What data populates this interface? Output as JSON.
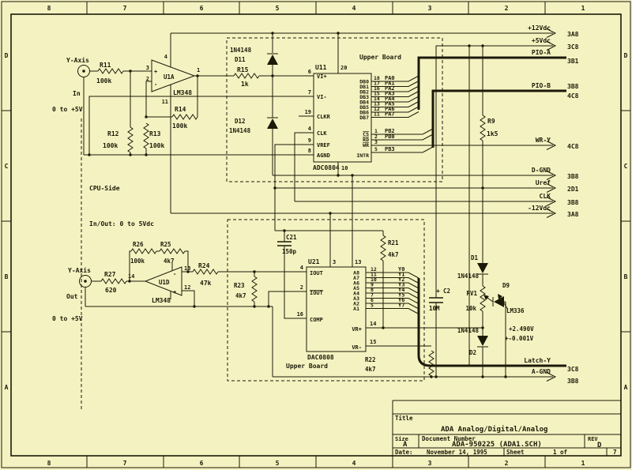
{
  "border": {
    "columns": [
      "8",
      "7",
      "6",
      "5",
      "4",
      "3",
      "2",
      "1"
    ],
    "rows": [
      "D",
      "C",
      "B",
      "A"
    ]
  },
  "title_block": {
    "title_label": "Title",
    "title": "ADA Analog/Digital/Analog",
    "size_label": "Size",
    "size": "A",
    "doc_label": "Document Number",
    "doc_number": "ADA-950225  (ADA1.SCH)",
    "rev_label": "REV",
    "rev": "D",
    "date_label": "Date:",
    "date": "November 14, 1995",
    "sheet_label": "Sheet",
    "sheet": "1  of",
    "sheet_total": "7"
  },
  "notes": {
    "cpu_side": "CPU-Side",
    "io_range": "In/Out: 0 to 5Vdc",
    "upper_board": "Upper Board",
    "in_range": "0 to +5V",
    "out_range": "0 to +5V",
    "ref_accuracy_1": "+2.490V",
    "ref_accuracy_2": "+-0.001V"
  },
  "connectors": {
    "in": {
      "name": "Y-Axis",
      "dir": "In"
    },
    "out": {
      "name": "Y-Axis",
      "dir": "Out"
    }
  },
  "resistors": {
    "r9": {
      "ref": "R9",
      "val": "1k5"
    },
    "r11": {
      "ref": "R11",
      "val": "100k"
    },
    "r12": {
      "ref": "R12",
      "val": "100k"
    },
    "r13": {
      "ref": "R13",
      "val": "100k"
    },
    "r14": {
      "ref": "R14",
      "val": "100k"
    },
    "r15": {
      "ref": "R15",
      "val": "1k"
    },
    "r21": {
      "ref": "R21",
      "val": "4k7"
    },
    "r22": {
      "ref": "R22",
      "val": "4k7"
    },
    "r23": {
      "ref": "R23",
      "val": "4k7"
    },
    "r24": {
      "ref": "R24",
      "val": "47k"
    },
    "r25": {
      "ref": "R25",
      "val": "4k7"
    },
    "r26": {
      "ref": "R26",
      "val": "100k"
    },
    "r27": {
      "ref": "R27",
      "val": "620"
    },
    "rv1": {
      "ref": "RV1",
      "val": "10k"
    }
  },
  "capacitors": {
    "c2": {
      "ref": "C2",
      "val": "10M",
      "polarity": "+"
    },
    "c21": {
      "ref": "C21",
      "val": "150p"
    }
  },
  "diodes": {
    "d1": {
      "ref": "D1",
      "part": "1N4148"
    },
    "d2": {
      "ref": "D2",
      "part": "1N4148"
    },
    "d9": {
      "ref": "D9",
      "part": "LM336"
    },
    "d11": {
      "ref": "D11",
      "part": "1N4148"
    },
    "d12": {
      "ref": "D12",
      "part": "1N4148"
    }
  },
  "opamps": {
    "u1a": {
      "ref": "U1A",
      "part": "LM348",
      "p_out": "1",
      "p_inp": "3",
      "p_inn": "2",
      "p_vcc": "4",
      "p_vee": "11",
      "plus": "+",
      "minus": "-"
    },
    "u1d": {
      "ref": "U1D",
      "part": "LM348",
      "p_out": "14",
      "p_inn": "13",
      "p_inp": "12",
      "plus": "+",
      "minus": "-"
    }
  },
  "adc": {
    "ref": "U11",
    "part": "ADC0804",
    "p_vcc": "20",
    "p_gnd": "10",
    "left": [
      [
        "6",
        "VI+"
      ],
      [
        "7",
        "VI-"
      ],
      [
        "19",
        "CLKR"
      ],
      [
        "4",
        "CLK"
      ],
      [
        "9",
        "VREF"
      ],
      [
        "8",
        "AGND"
      ]
    ],
    "data": [
      [
        "18",
        "DB0",
        "PA0"
      ],
      [
        "17",
        "DB1",
        "PA1"
      ],
      [
        "16",
        "DB2",
        "PA2"
      ],
      [
        "15",
        "DB3",
        "PA3"
      ],
      [
        "14",
        "DB4",
        "PA4"
      ],
      [
        "13",
        "DB5",
        "PA5"
      ],
      [
        "12",
        "DB6",
        "PA6"
      ],
      [
        "11",
        "DB7",
        "PA7"
      ]
    ],
    "ctrl": [
      [
        "1",
        "CS",
        "PB2"
      ],
      [
        "2",
        "RD",
        "PB0"
      ],
      [
        "3",
        "WR",
        ""
      ],
      [
        "5",
        "INTR",
        "PB3"
      ]
    ]
  },
  "dac": {
    "ref": "U21",
    "part": "DAC0808",
    "p_vee": "3",
    "p_vcc": "13",
    "left": [
      [
        "4",
        "IOUT"
      ],
      [
        "2",
        "IOUT"
      ],
      [
        "16",
        "COMP"
      ]
    ],
    "data": [
      [
        "12",
        "A8",
        "Y0"
      ],
      [
        "11",
        "A7",
        "Y1"
      ],
      [
        "10",
        "A6",
        "Y2"
      ],
      [
        "9",
        "A5",
        "Y3"
      ],
      [
        "8",
        "A4",
        "Y4"
      ],
      [
        "7",
        "A3",
        "Y5"
      ],
      [
        "6",
        "A2",
        "Y6"
      ],
      [
        "5",
        "A1",
        "Y7"
      ]
    ],
    "vr": [
      [
        "14",
        "VR+"
      ],
      [
        "15",
        "VR-"
      ]
    ]
  },
  "offpage": {
    "p12": {
      "label": "+12Vdc",
      "dest": "3A8"
    },
    "p5": {
      "label": "+5Vdc",
      "dest": "3C8"
    },
    "pioa": {
      "label": "PIO-A",
      "dest": "3B1"
    },
    "piob": {
      "label": "PIO-B",
      "dest": "3B8",
      "dest2": "4C8"
    },
    "wry": {
      "label": "WR-Y",
      "dest": "4C8"
    },
    "dgnd": {
      "label": "D-GND",
      "dest": "3B8"
    },
    "uref": {
      "label": "Uref",
      "dest": "2D1"
    },
    "clk": {
      "label": "CLK",
      "dest": "3B8"
    },
    "n12": {
      "label": "-12Vdc",
      "dest": "3A8"
    },
    "latchy": {
      "label": "Latch-Y",
      "dest": "3C8"
    },
    "agnd": {
      "label": "A-GND",
      "dest": "3B8"
    }
  }
}
